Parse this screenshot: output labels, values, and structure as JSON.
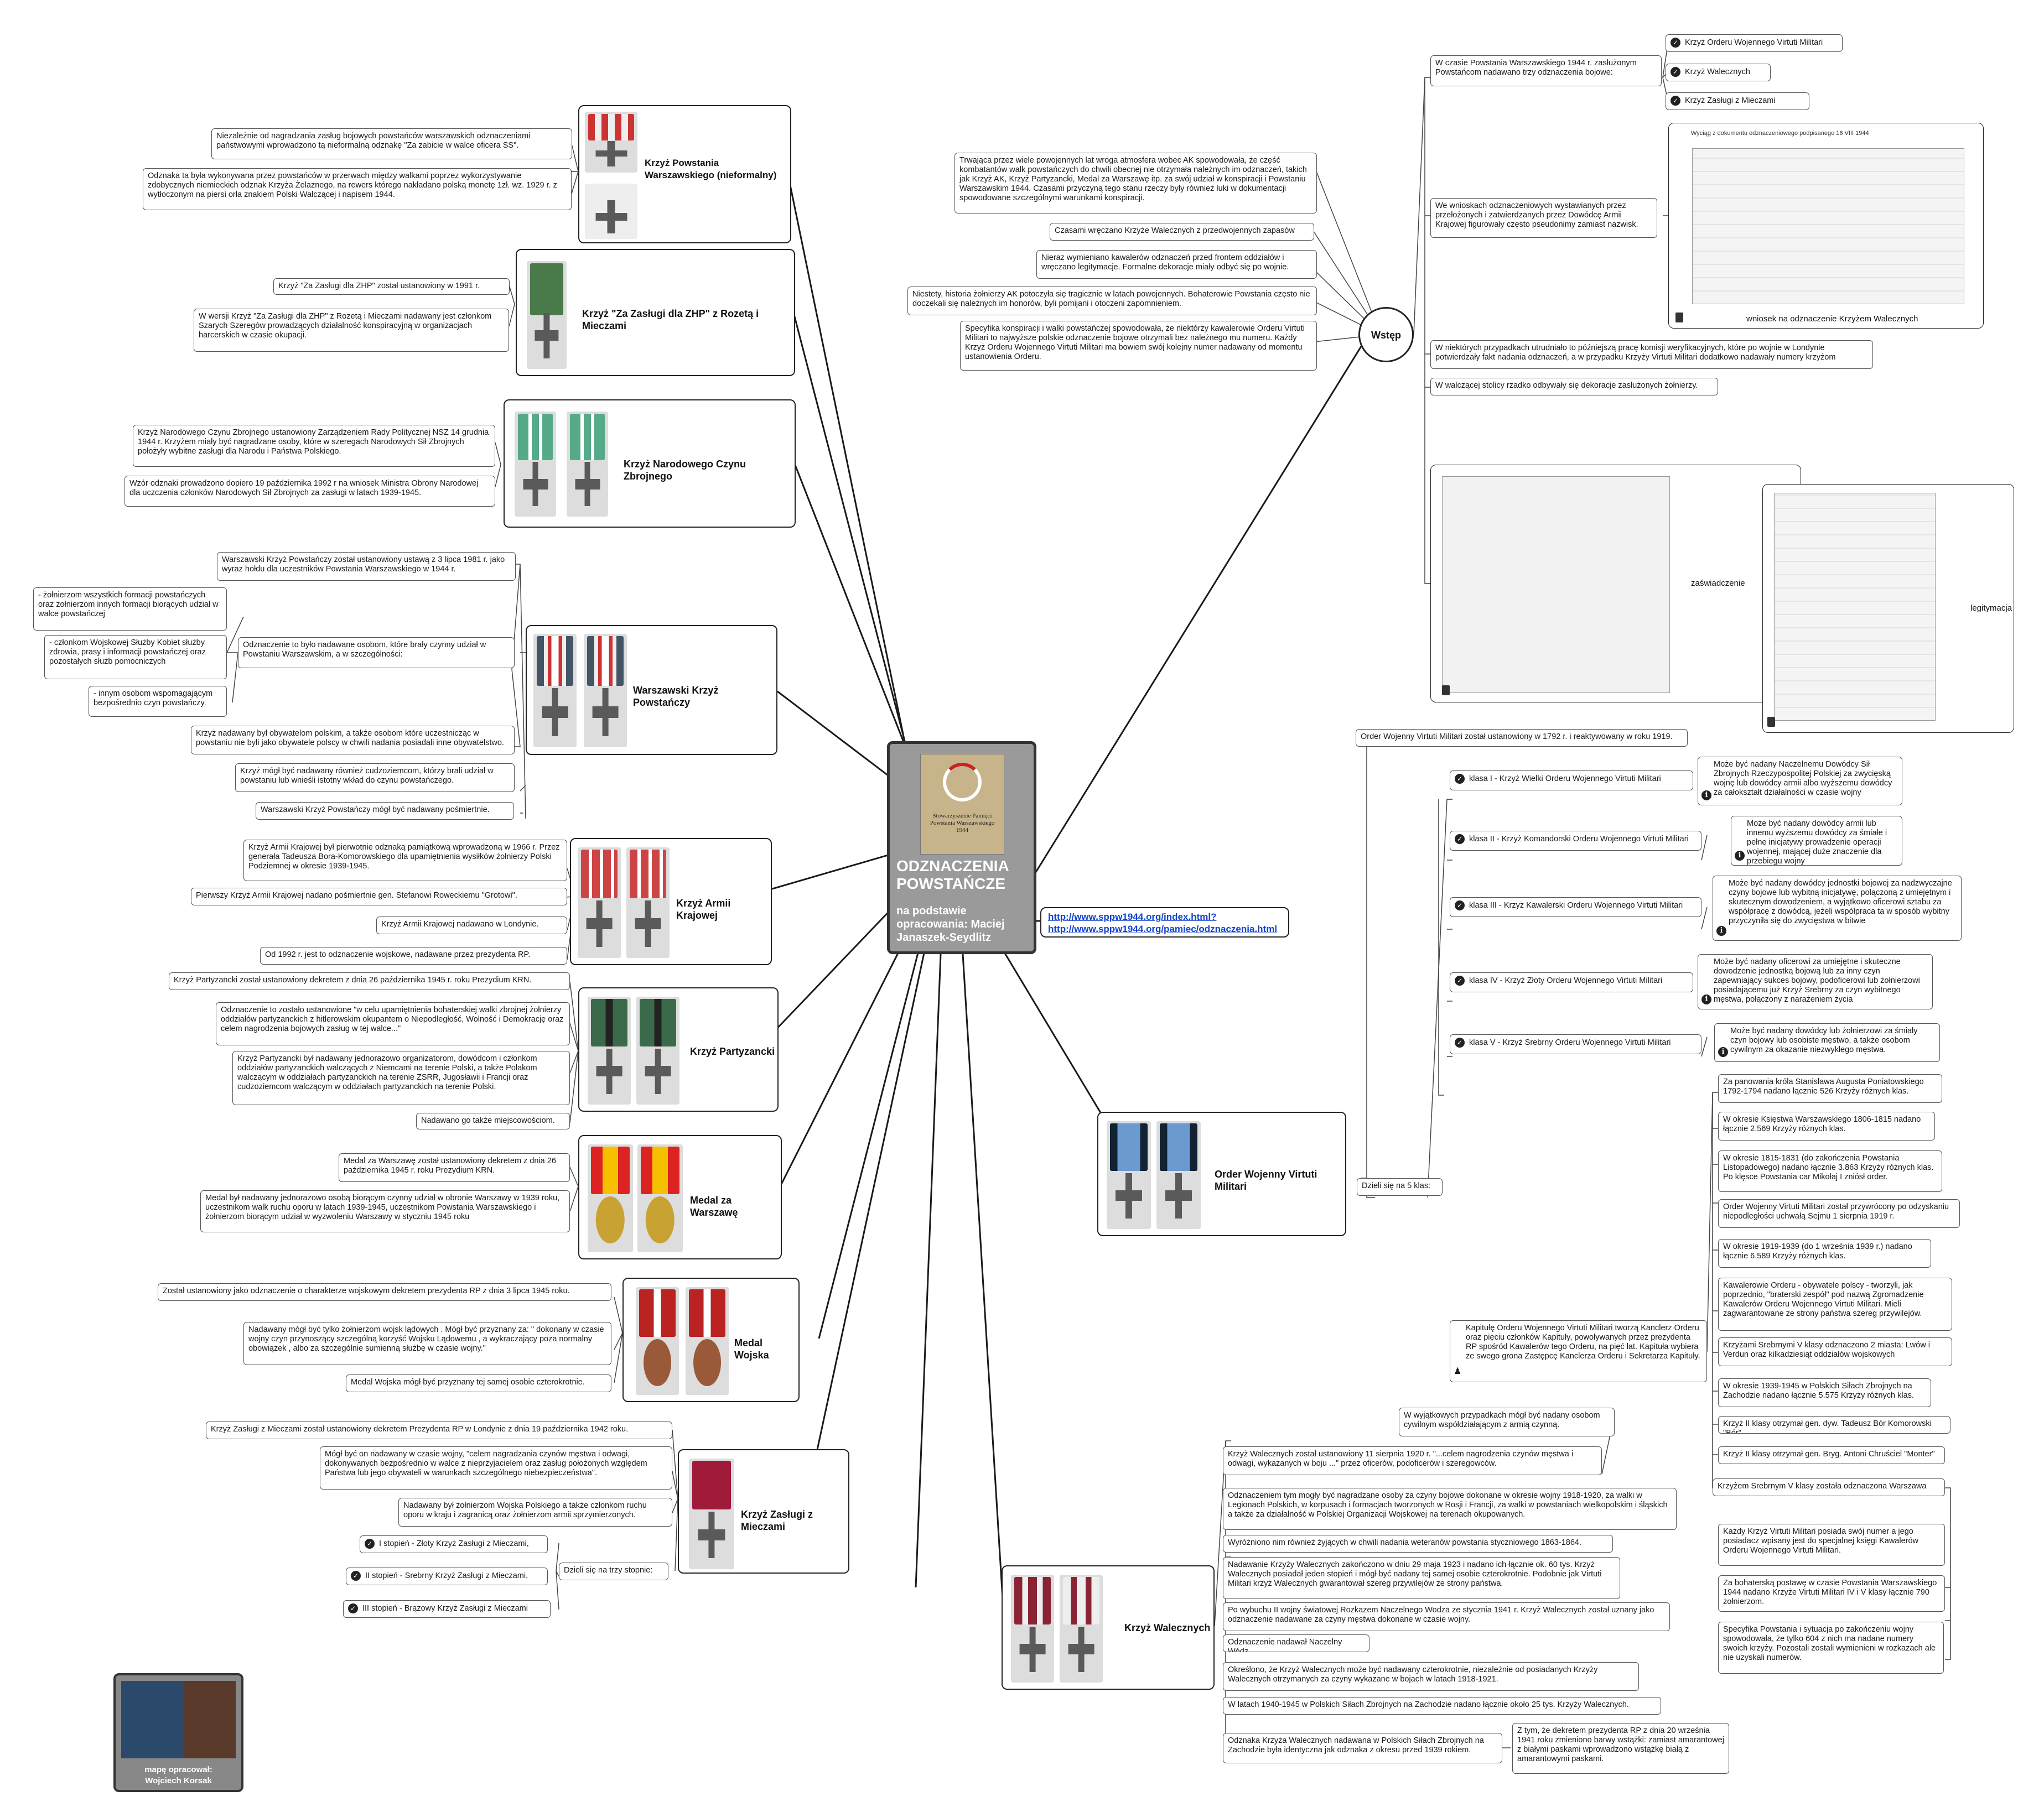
{
  "center": {
    "title": "ODZNACZENIA POWSTAŃCZE",
    "subtitle": "na podstawie opracowania: Maciej Janaszek-Seydlitz",
    "logo_text": "Stowarzyszenie Pamięci Powstania Warszawskiego 1944"
  },
  "links": [
    "http://www.sppw1944.org/index.html?",
    "http://www.sppw1944.org/pamiec/odznaczenia.html"
  ],
  "author": {
    "label": "mapę opracował:",
    "name": "Wojciech Korsak"
  },
  "colors": {
    "line": "#1a1a1a",
    "node_border": "#222222",
    "center_bg": "#9a9a9a",
    "link": "#1144cc"
  },
  "left_nodes": [
    {
      "title": "Krzyż Powstania Warszawskiego (nieformalny)",
      "notes": [
        "Niezależnie od nagradzania zasług bojowych powstańców warszawskich odznaczeniami państwowymi wprowadzono tą nieformalną odznakę \"Za zabicie w walce oficera SS\".",
        "Odznaka ta była wykonywana przez powstańców w przerwach między walkami poprzez wykorzystywanie zdobycznych niemieckich odznak Krzyża Żelaznego, na rewers którego nakładano polską monetę 1zł. wz. 1929 r. z wytłoczonym na piersi orła znakiem Polski Walczącej i napisem 1944."
      ]
    },
    {
      "title": "Krzyż \"Za Zasługi dla ZHP\" z Rozetą i Mieczami",
      "notes": [
        "Krzyż \"Za Zasługi dla ZHP\" został ustanowiony w 1991 r.",
        "W wersji Krzyż \"Za Zasługi dla ZHP\" z Rozetą i Mieczami nadawany jest członkom Szarych Szeregów prowadzących działalność konspiracyjną w organizacjach harcerskich w czasie okupacji."
      ]
    },
    {
      "title": "Krzyż Narodowego Czynu Zbrojnego",
      "notes": [
        "Krzyż Narodowego Czynu Zbrojnego ustanowiony Zarządzeniem Rady Politycznej NSZ 14 grudnia 1944 r. Krzyżem miały być nagradzane osoby, które w szeregach Narodowych Sił Zbrojnych położyły wybitne zasługi dla Narodu i Państwa Polskiego.",
        "Wzór odznaki prowadzono dopiero 19 października 1992 r na wniosek Ministra Obrony Narodowej dla uczczenia członków Narodowych Sił Zbrojnych za zasługi w latach 1939-1945."
      ]
    },
    {
      "title": "Warszawski Krzyż Powstańczy",
      "notes": [
        "Warszawski Krzyż Powstańczy został ustanowiony ustawą z 3 lipca 1981 r. jako wyraz hołdu dla uczestników Powstania Warszawskiego w 1944 r.",
        "Odznaczenie to było nadawane osobom, które brały czynny udział w Powstaniu Warszawskim, a w szczególności:",
        "Krzyż nadawany był obywatelom polskim, a także osobom które uczestnicząc w powstaniu nie byli jako obywatele polscy w chwili nadania posiadali inne obywatelstwo.",
        "Krzyż mógł być nadawany również cudzoziemcom, którzy brali udział w powstaniu lub wnieśli istotny wkład do czynu powstańczego.",
        "Warszawski Krzyż Powstańczy mógł być nadawany pośmiertnie."
      ],
      "sub": [
        "- żołnierzom wszystkich formacji powstańczych oraz żołnierzom innych formacji biorących udział w walce powstańczej",
        "- członkom Wojskowej Służby Kobiet służby zdrowia, prasy i informacji powstańczej oraz pozostałych służb pomocniczych",
        "- innym osobom wspomagającym bezpośrednio czyn powstańczy."
      ]
    },
    {
      "title": "Krzyż Armii Krajowej",
      "notes": [
        "Krzyż Armii Krajowej był pierwotnie odznaką pamiątkową wprowadzoną w 1966 r. Przez generała Tadeusza Bora-Komorowskiego dla upamiętnienia wysiłków żołnierzy Polski Podziemnej w okresie 1939-1945.",
        "Pierwszy Krzyż Armii Krajowej nadano pośmiertnie gen. Stefanowi Roweckiemu \"Grotowi\".",
        "Krzyż Armii Krajowej nadawano w Londynie.",
        "Od 1992 r. jest to odznaczenie wojskowe, nadawane przez prezydenta RP."
      ]
    },
    {
      "title": "Krzyż Partyzancki",
      "notes": [
        "Krzyż Partyzancki został ustanowiony dekretem z dnia 26 października 1945 r. roku Prezydium KRN.",
        "Odznaczenie to zostało ustanowione \"w celu upamiętnienia bohaterskiej walki zbrojnej żołnierzy oddziałów partyzanckich z hitlerowskim okupantem o Niepodległość, Wolność i Demokrację oraz celem nagrodzenia bojowych zasług w tej walce...\"",
        "Krzyż Partyzancki był nadawany jednorazowo organizatorom, dowódcom i członkom oddziałów partyzanckich walczących z Niemcami na terenie Polski, a także Polakom walczącym w oddziałach partyzanckich na terenie ZSRR, Jugosławii i Francji oraz cudzoziemcom walczącym w oddziałach partyzanckich na terenie Polski.",
        "Nadawano go także miejscowościom."
      ]
    },
    {
      "title": "Medal za Warszawę",
      "notes": [
        "Medal za Warszawę został ustanowiony dekretem z dnia 26 października 1945 r. roku Prezydium KRN.",
        "Medal był nadawany jednorazowo osobą biorącym czynny udział w obronie Warszawy w 1939 roku, uczestnikom walk ruchu oporu w latach 1939-1945, uczestnikom Powstania Warszawskiego i żołnierzom biorącym udział w wyzwoleniu Warszawy w styczniu 1945 roku"
      ]
    },
    {
      "title": "Medal Wojska",
      "notes": [
        "Został ustanowiony jako odznaczenie o charakterze wojskowym dekretem prezydenta RP z dnia 3 lipca 1945 roku.",
        "Nadawany mógł być tylko żołnierzom wojsk lądowych . Mógł być przyznany za: \" dokonany w czasie wojny czyn przynoszący szczególną korzyść Wojsku Lądowemu , a wykraczający poza normalny obowiązek , albo za szczególnie sumienną służbę w czasie wojny.\"",
        "Medal Wojska mógł być przyznany tej samej osobie czterokrotnie."
      ]
    },
    {
      "title": "Krzyż Zasługi z Mieczami",
      "notes": [
        "Krzyż Zasługi z Mieczami został ustanowiony dekretem Prezydenta RP w Londynie z dnia 19 października 1942 roku.",
        "Mógł być on nadawany w czasie wojny, \"celem nagradzania czynów męstwa i odwagi, dokonywanych bezpośrednio w walce z nieprzyjacielem oraz zasług położonych względem Państwa lub jego obywateli w warunkach szczególnego niebezpieczeństwa\".",
        "Nadawany był żołnierzom Wojska Polskiego a także członkom ruchu oporu w kraju i zagranicą oraz żołnierzom armii sprzymierzonych."
      ],
      "split": "Dzieli się na trzy stopnie:",
      "grades": [
        "I stopień - Złoty Krzyż Zasługi z Mieczami,",
        "II stopień - Srebrny Krzyż Zasługi z Mieczami,",
        "III stopień - Brązowy Krzyż Zasługi z Mieczami"
      ]
    }
  ],
  "wstep": {
    "title": "Wstęp",
    "left_notes": [
      "Trwająca przez wiele powojennych lat wroga atmosfera wobec AK spowodowała, że część kombatantów walk powstańczych do chwili obecnej nie otrzymała należnych im odznaczeń, takich jak Krzyż AK, Krzyż Partyzancki, Medal za Warszawę itp. za swój udział w konspiracji i Powstaniu Warszawskim 1944. Czasami przyczyną tego stanu rzeczy były również luki w dokumentacji spowodowane szczególnymi warunkami konspiracji.",
      "Czasami wręczano Krzyże Walecznych z przedwojennych zapasów",
      "Nieraz wymieniano kawalerów odznaczeń przed frontem oddziałów i wręczano legitymacje. Formalne dekoracje miały odbyć się po wojnie.",
      "Niestety, historia żołnierzy AK potoczyła się tragicznie w latach powojennych. Bohaterowie Powstania często nie doczekali się należnych im honorów, byli pomijani i otoczeni zapomnieniem.",
      "Specyfika konspiracji i walki powstańczej spowodowała, że niektórzy kawalerowie Orderu Virtuti Militari to najwyższe polskie odznaczenie bojowe otrzymali bez należnego mu numeru. Każdy Krzyż Orderu Wojennego Virtuti Militari ma bowiem swój kolejny numer nadawany od momentu ustanowienia Orderu."
    ],
    "right_notes": [
      "W czasie Powstania Warszawskiego 1944 r. zasłużonym Powstańcom nadawano trzy odznaczenia bojowe:",
      "We wnioskach odznaczeniowych wystawianych przez przełożonych i zatwierdzanych przez Dowódcę Armii Krajowej figurowały często pseudonimy zamiast nazwisk.",
      "W niektórych przypadkach utrudniało to późniejszą pracę komisji weryfikacyjnych, które po wojnie w Londynie potwierdzały fakt nadania odznaczeń, a w przypadku Krzyży Virtuti Militari dodatkowo nadawały numery krzyżom",
      "W walczącej stolicy rzadko odbywały się dekoracje zasłużonych żołnierzy."
    ],
    "three": [
      "Krzyż Orderu Wojennego Virtuti Militari",
      "Krzyż Walecznych",
      "Krzyż Zasługi z Mieczami"
    ],
    "doc1_caption": "wniosek na odznaczenie Krzyżem Walecznych",
    "doc1_head": "Wyciąg z dokumentu odznaczeniowego podpisanego 16 VIII 1944",
    "doc2_caption": "zaświadczenie",
    "doc3_caption": "legitymacja"
  },
  "vm": {
    "title": "Order Wojenny Virtuti Militari",
    "est": "Order Wojenny Virtuti Militari został ustanowiony w 1792 r. i reaktywowany w roku 1919.",
    "split": "Dzieli się na 5 klas:",
    "classes": [
      {
        "name": "klasa I - Krzyż Wielki Orderu Wojennego Virtuti Militari",
        "note": "Może być nadany Naczelnemu Dowódcy Sił Zbrojnych Rzeczypospolitej Polskiej za zwycięską wojnę lub dowódcy armii albo wyższemu dowódcy za całokształt działalności w czasie wojny"
      },
      {
        "name": "klasa II - Krzyż Komandorski Orderu Wojennego Virtuti Militari",
        "note": "Może być nadany dowódcy armii lub innemu wyższemu dowódcy za śmiałe i pełne inicjatywy prowadzenie operacji wojennej, mającej duże znaczenie dla przebiegu wojny"
      },
      {
        "name": "klasa III - Krzyż Kawalerski Orderu Wojennego Virtuti Militari",
        "note": "Może być nadany dowódcy jednostki bojowej za nadzwyczajne czyny bojowe lub wybitną inicjatywę, połączoną z umiejętnym i skutecznym dowodzeniem, a wyjątkowo oficerowi sztabu za współpracę z dowódcą, jeżeli współpraca ta w sposób wybitny przyczyniła się do zwycięstwa w bitwie"
      },
      {
        "name": "klasa IV - Krzyż Złoty Orderu Wojennego Virtuti Militari",
        "note": "Może być nadany oficerowi za umiejętne i skuteczne dowodzenie jednostką bojową lub za inny czyn zapewniający sukces bojowy, podoficerowi lub żołnierzowi posiadającemu już Krzyż Srebrny za czyn wybitnego męstwa, połączony z narażeniem życia"
      },
      {
        "name": "klasa V - Krzyż Srebrny Orderu Wojennego Virtuti Militari",
        "note": "Może być nadany dowódcy lub żołnierzowi za śmiały czyn bojowy lub osobiste męstwo, a także osobom cywilnym za okazanie niezwykłego męstwa."
      }
    ],
    "kapitula": "Kapitułę Orderu Wojennego Virtuti Militari tworzą Kanclerz Orderu oraz pięciu członków Kapituły, powoływanych przez prezydenta RP spośród Kawalerów tego Orderu, na pięć lat. Kapituła wybiera ze swego grona Zastępcę Kanclerza Orderu i Sekretarza Kapituły.",
    "facts": [
      "Za panowania króla Stanisława Augusta Poniatowskiego 1792-1794 nadano łącznie 526 Krzyży różnych klas.",
      "W okresie Księstwa Warszawskiego 1806-1815 nadano łącznie 2.569 Krzyży różnych klas.",
      "W okresie 1815-1831 (do zakończenia Powstania Listopadowego) nadano łącznie 3.863 Krzyży różnych klas. Po klęsce Powstania car Mikołaj I zniósł order.",
      "Order Wojenny Virtuti Militari został przywrócony po odzyskaniu niepodległości uchwałą Sejmu 1 sierpnia 1919 r.",
      "W okresie 1919-1939 (do 1 września 1939 r.) nadano łącznie 6.589 Krzyży różnych klas.",
      "Kawalerowie Orderu - obywatele polscy - tworzyli, jak poprzednio, \"braterski zespół\" pod nazwą Zgromadzenie Kawalerów Orderu Wojennego Virtuti Militari. Mieli zagwarantowane ze strony państwa szereg przywilejów.",
      "Krzyżami Srebrnymi V klasy odznaczono 2 miasta: Lwów i Verdun oraz kilkadziesiąt oddziałów wojskowych",
      "W okresie 1939-1945 w Polskich Siłach Zbrojnych na Zachodzie nadano łącznie 5.575 Krzyży różnych klas.",
      "Krzyż II klasy otrzymał gen. dyw. Tadeusz Bór Komorowski \"Bór\"",
      "Krzyż II klasy otrzymał gen. Bryg. Antoni Chruściel \"Monter\"",
      "Krzyżem Srebrnym V klasy została odznaczona Warszawa",
      "Każdy Krzyż Virtuti Militari posiada swój numer a jego posiadacz wpisany jest do specjalnej księgi Kawalerów Orderu Wojennego Virtuti Militari.",
      "Za bohaterską postawę w czasie Powstania Warszawskiego 1944 nadano Krzyże Virtuti Militari IV i V klasy łącznie 790 żołnierzom.",
      "Specyfika Powstania i sytuacja po zakończeniu wojny spowodowała, że tylko 604 z nich ma nadane numery swoich krzyży. Pozostali zostali wymienieni w rozkazach ale nie uzyskali numerów."
    ]
  },
  "kw": {
    "title": "Krzyż Walecznych",
    "top": "W wyjątkowych przypadkach mógł być nadany osobom cywilnym współdziałającym z armią czynną.",
    "notes": [
      "Krzyż Walecznych został ustanowiony 11 sierpnia 1920 r. \"...celem nagrodzenia czynów męstwa i odwagi, wykazanych w boju ...\" przez oficerów, podoficerów i szeregowców.",
      "Odznaczeniem tym mogły być nagradzane osoby za czyny bojowe dokonane w okresie wojny 1918-1920, za walki w Legionach Polskich, w korpusach i formacjach tworzonych w Rosji i Francji, za walki w powstaniach wielkopolskim i śląskich a także za działalność w Polskiej Organizacji Wojskowej na terenach okupowanych.",
      "Wyróżniono nim również żyjących w chwili nadania weteranów powstania styczniowego 1863-1864.",
      "Nadawanie Krzyży Walecznych zakończono w dniu 29 maja 1923 i nadano ich łącznie ok. 60 tys. Krzyż Walecznych posiadał jeden stopień i mógł być nadany tej samej osobie czterokrotnie. Podobnie jak Virtuti Militari krzyż Walecznych gwarantował szereg przywilejów ze strony państwa.",
      "Po wybuchu II wojny światowej Rozkazem Naczelnego Wodza ze stycznia 1941 r. Krzyż Walecznych został uznany jako odznaczenie nadawane za czyny męstwa dokonane w czasie wojny.",
      "Odznaczenie nadawał Naczelny Wódz.",
      "Określono, że Krzyż Walecznych może być nadawany czterokrotnie, niezależnie od posiadanych Krzyży Walecznych otrzymanych za czyny wykazane w bojach w latach 1918-1921.",
      "W latach 1940-1945 w Polskich Siłach Zbrojnych na Zachodzie nadano łącznie około 25 tys. Krzyży Walecznych.",
      "Odznaka Krzyża Walecznych nadawana w Polskich Siłach Zbrojnych na Zachodzie była identyczna jak odznaka z okresu przed 1939 rokiem."
    ],
    "ribbon": "Z tym, że dekretem prezydenta RP z dnia 20 września 1941 roku zmieniono barwy wstążki: zamiast amarantowej z białymi paskami wprowadzono wstążkę białą z amarantowymi paskami."
  }
}
